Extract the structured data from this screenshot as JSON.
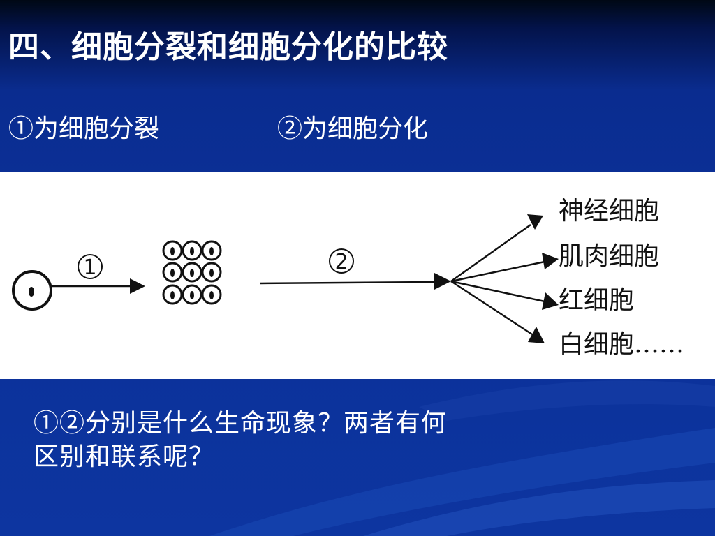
{
  "title": "四、细胞分裂和细胞分化的比较",
  "subtitles": {
    "left": "①为细胞分裂",
    "right": "②为细胞分化"
  },
  "diagram": {
    "step1_label": "1",
    "step2_label": "2",
    "cell_types": [
      "神经细胞",
      "肌肉细胞",
      "红细胞",
      "白细胞……"
    ]
  },
  "question": {
    "line1": "①②分别是什么生命现象？两者有何",
    "line2": "区别和联系呢？"
  },
  "colors": {
    "background": "#0b2f95",
    "text": "#ffffff",
    "panel": "#ffffff",
    "ink": "#111111"
  }
}
